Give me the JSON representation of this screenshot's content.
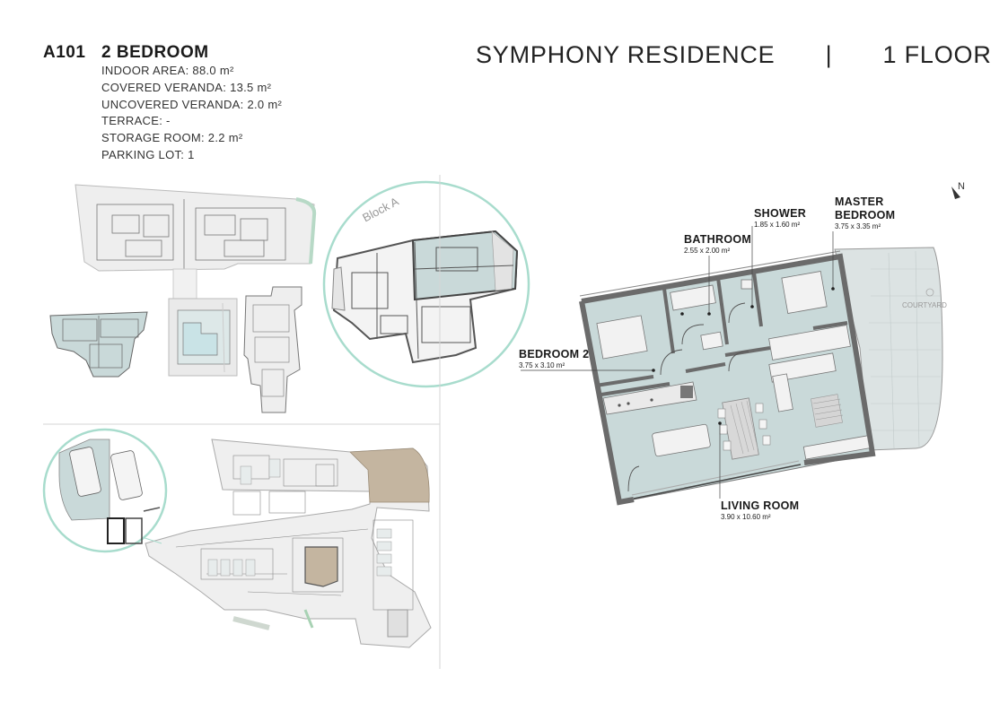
{
  "unit": {
    "code": "A101",
    "type": "2 BEDROOM",
    "specs": [
      "INDOOR AREA: 88.0 m²",
      "COVERED VERANDA: 13.5 m²",
      "UNCOVERED VERANDA: 2.0 m²",
      "TERRACE: -",
      "STORAGE ROOM: 2.2 m²",
      "PARKING LOT: 1"
    ]
  },
  "header": {
    "project": "SYMPHONY RESIDENCE",
    "separator": "|",
    "floor": "1 FLOOR"
  },
  "site": {
    "block_label": "Block A"
  },
  "floorplan": {
    "north": "N",
    "courtyard": "COURTYARD",
    "rooms": [
      {
        "name": "SHOWER",
        "dim": "1.85 x 1.60 m²"
      },
      {
        "name": "MASTER",
        "name2": "BEDROOM",
        "dim": "3.75 x 3.35 m²"
      },
      {
        "name": "BATHROOM",
        "dim": "2.55 x 2.00 m²"
      },
      {
        "name": "BEDROOM 2",
        "dim": "3.75 x 3.10 m²"
      },
      {
        "name": "LIVING ROOM",
        "dim": "3.90 x 10.60 m²"
      }
    ]
  },
  "colors": {
    "highlight": "#c9d9d9",
    "circle": "#a8dccd",
    "wall": "#6b6b6b",
    "courtyard": "#dce3e3",
    "parking_roof": "#c4b5a0"
  }
}
